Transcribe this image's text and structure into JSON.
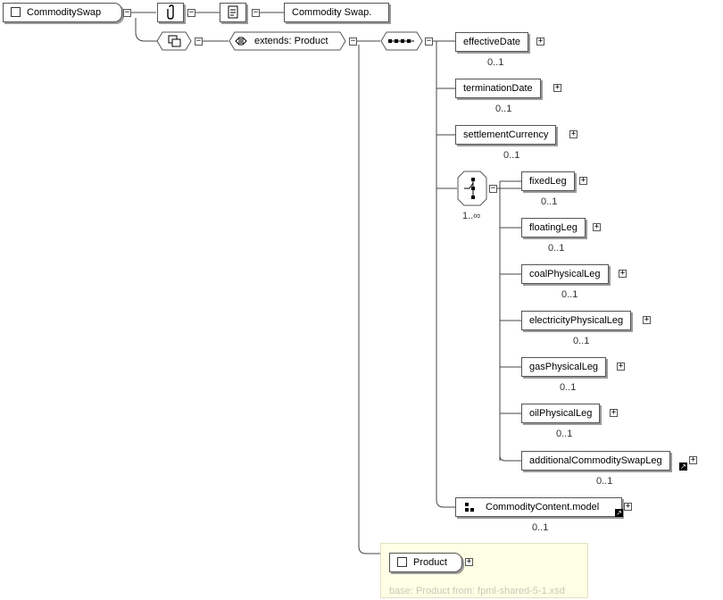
{
  "root": {
    "name": "CommoditySwap"
  },
  "annotation": {
    "text": "Commodity Swap."
  },
  "extension": {
    "label": "extends: Product"
  },
  "sequence": {
    "elements": [
      {
        "name": "effectiveDate",
        "card": "0..1"
      },
      {
        "name": "terminationDate",
        "card": "0..1"
      },
      {
        "name": "settlementCurrency",
        "card": "0..1"
      }
    ]
  },
  "choice": {
    "card": "1..∞",
    "elements": [
      {
        "name": "fixedLeg",
        "card": "0..1"
      },
      {
        "name": "floatingLeg",
        "card": "0..1"
      },
      {
        "name": "coalPhysicalLeg",
        "card": "0..1"
      },
      {
        "name": "electricityPhysicalLeg",
        "card": "0..1"
      },
      {
        "name": "gasPhysicalLeg",
        "card": "0..1"
      },
      {
        "name": "oilPhysicalLeg",
        "card": "0..1"
      },
      {
        "name": "additionalCommoditySwapLeg",
        "card": "0..1"
      }
    ]
  },
  "group": {
    "name": "CommodityContent.model",
    "card": "0..1"
  },
  "base": {
    "name": "Product",
    "note": "base: Product from: fpml-shared-5-1.xsd"
  }
}
